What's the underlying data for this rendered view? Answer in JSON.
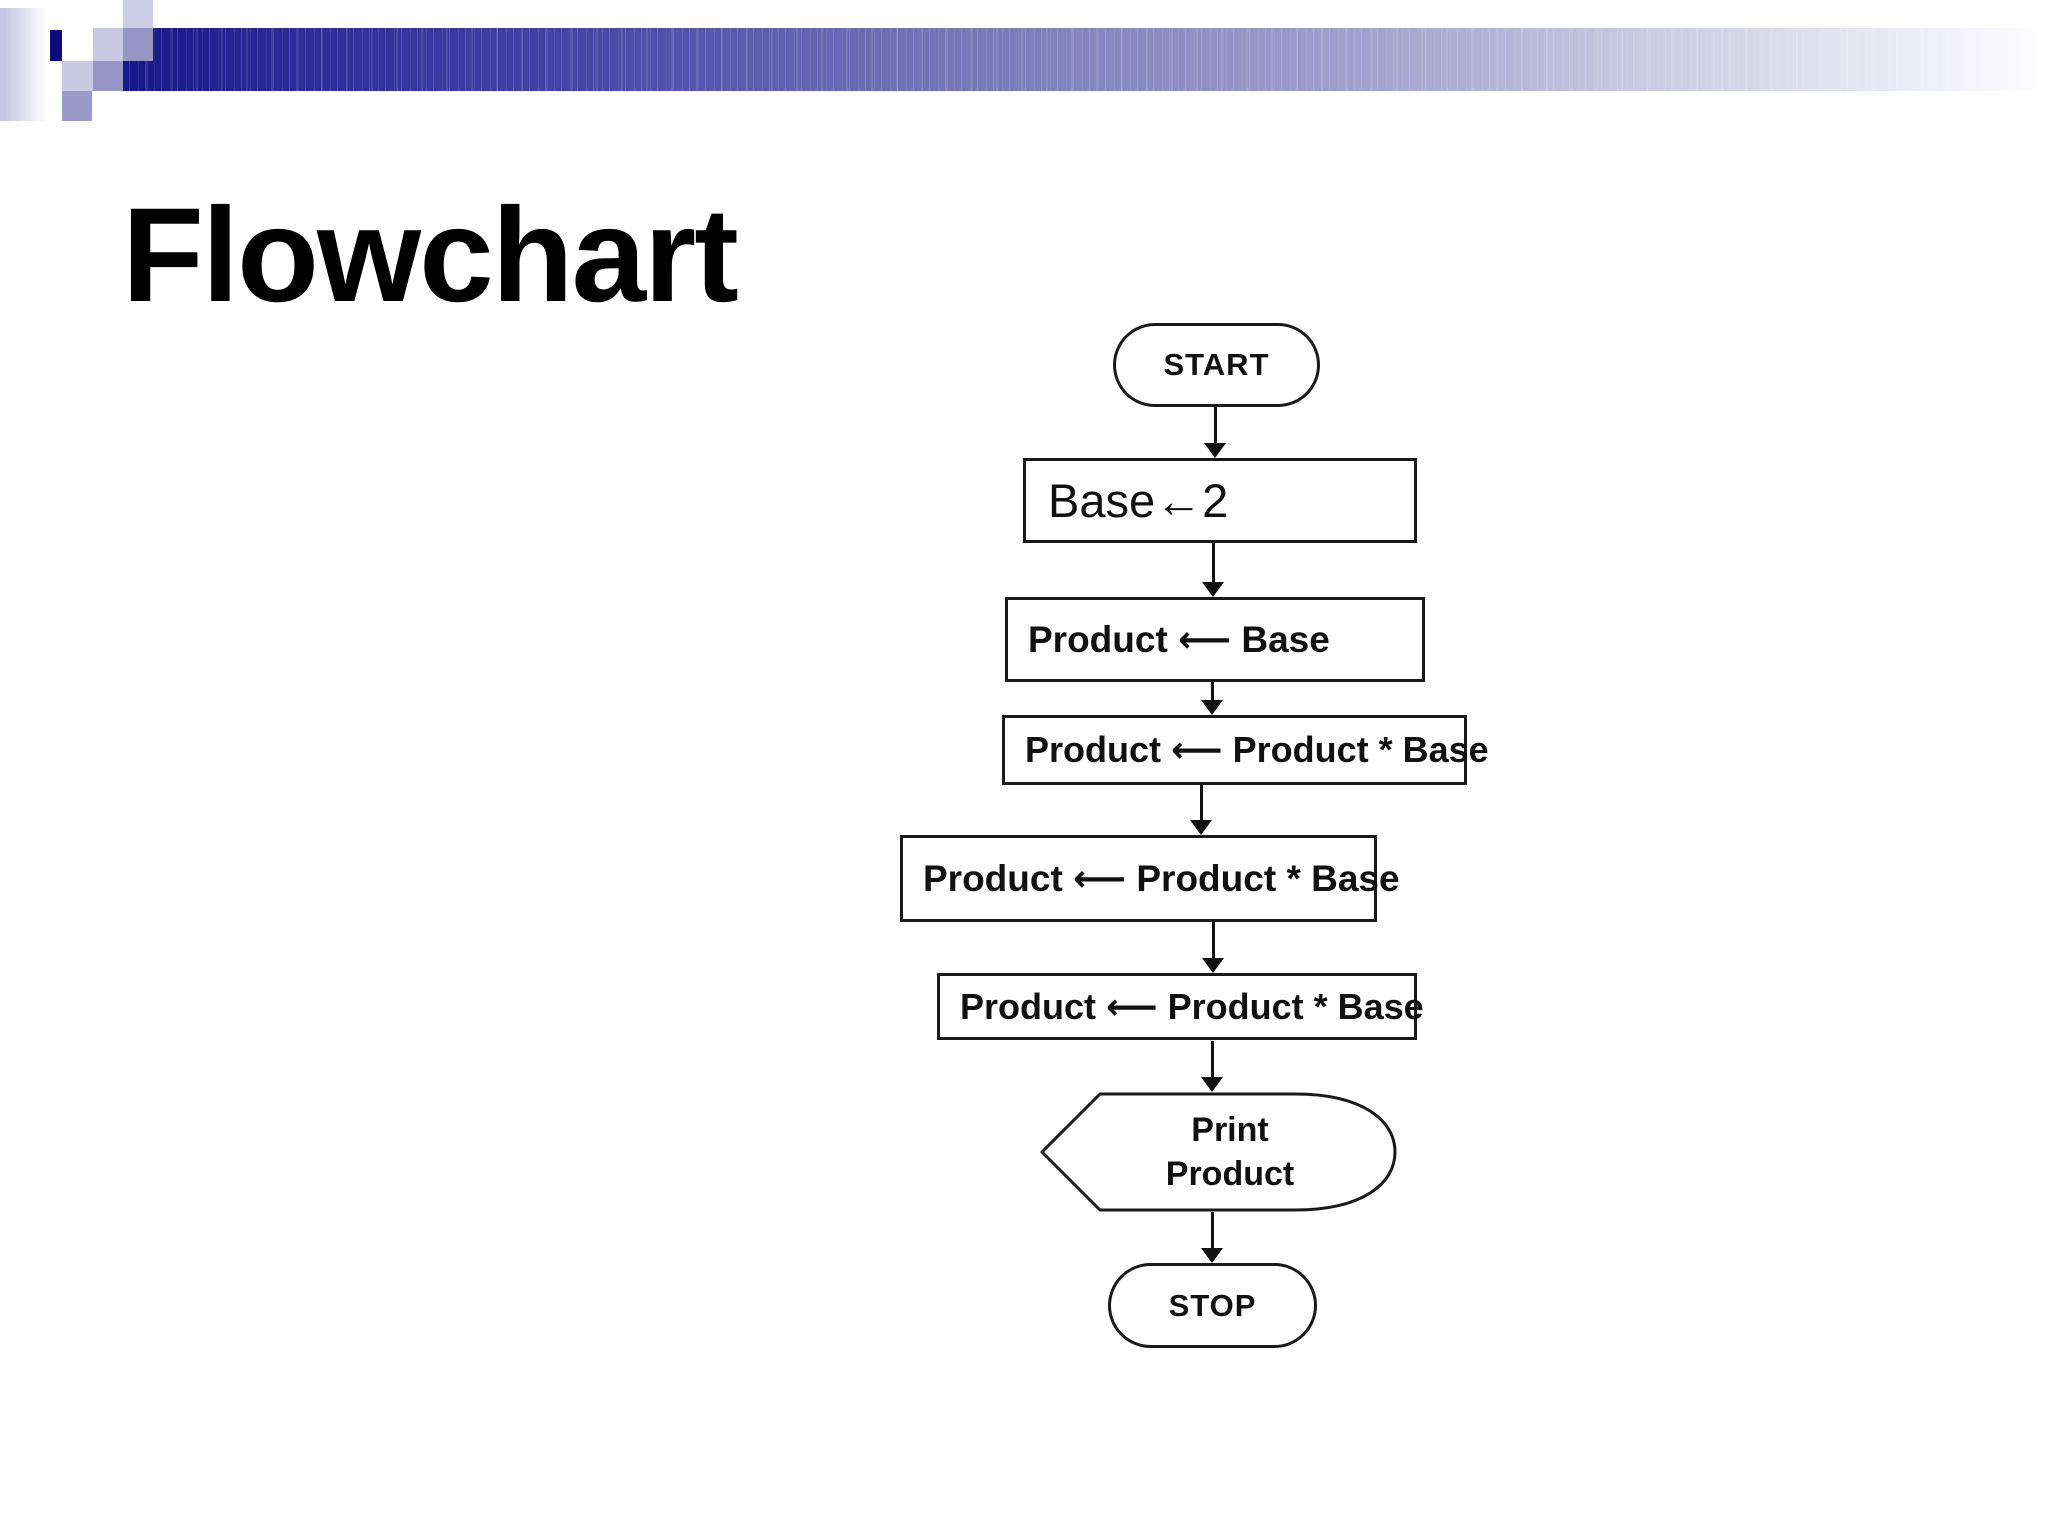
{
  "slide": {
    "title": "Flowchart"
  },
  "colors": {
    "bar_dark_navy": "#17178c",
    "bar_fade_light": "#cacae2",
    "square_navy": "#0b0b80",
    "square_medium_lavender": "#9697c7",
    "square_light_lavender": "#c9c9e4",
    "shape_border": "#1a1a1a",
    "text": "#000000",
    "background": "#ffffff"
  },
  "flowchart": {
    "nodes": [
      {
        "id": "start",
        "type": "terminator",
        "label": "START"
      },
      {
        "id": "assign-base",
        "type": "process",
        "label": "Base←2"
      },
      {
        "id": "assign-product",
        "type": "process",
        "label": "Product ⟵ Base"
      },
      {
        "id": "multiply-1",
        "type": "process",
        "label": "Product ⟵ Product * Base"
      },
      {
        "id": "multiply-2",
        "type": "process",
        "label": "Product ⟵ Product * Base"
      },
      {
        "id": "multiply-3",
        "type": "process",
        "label": "Product ⟵ Product * Base"
      },
      {
        "id": "print-product",
        "type": "display",
        "label": "Print\nProduct"
      },
      {
        "id": "stop",
        "type": "terminator",
        "label": "STOP"
      }
    ]
  }
}
